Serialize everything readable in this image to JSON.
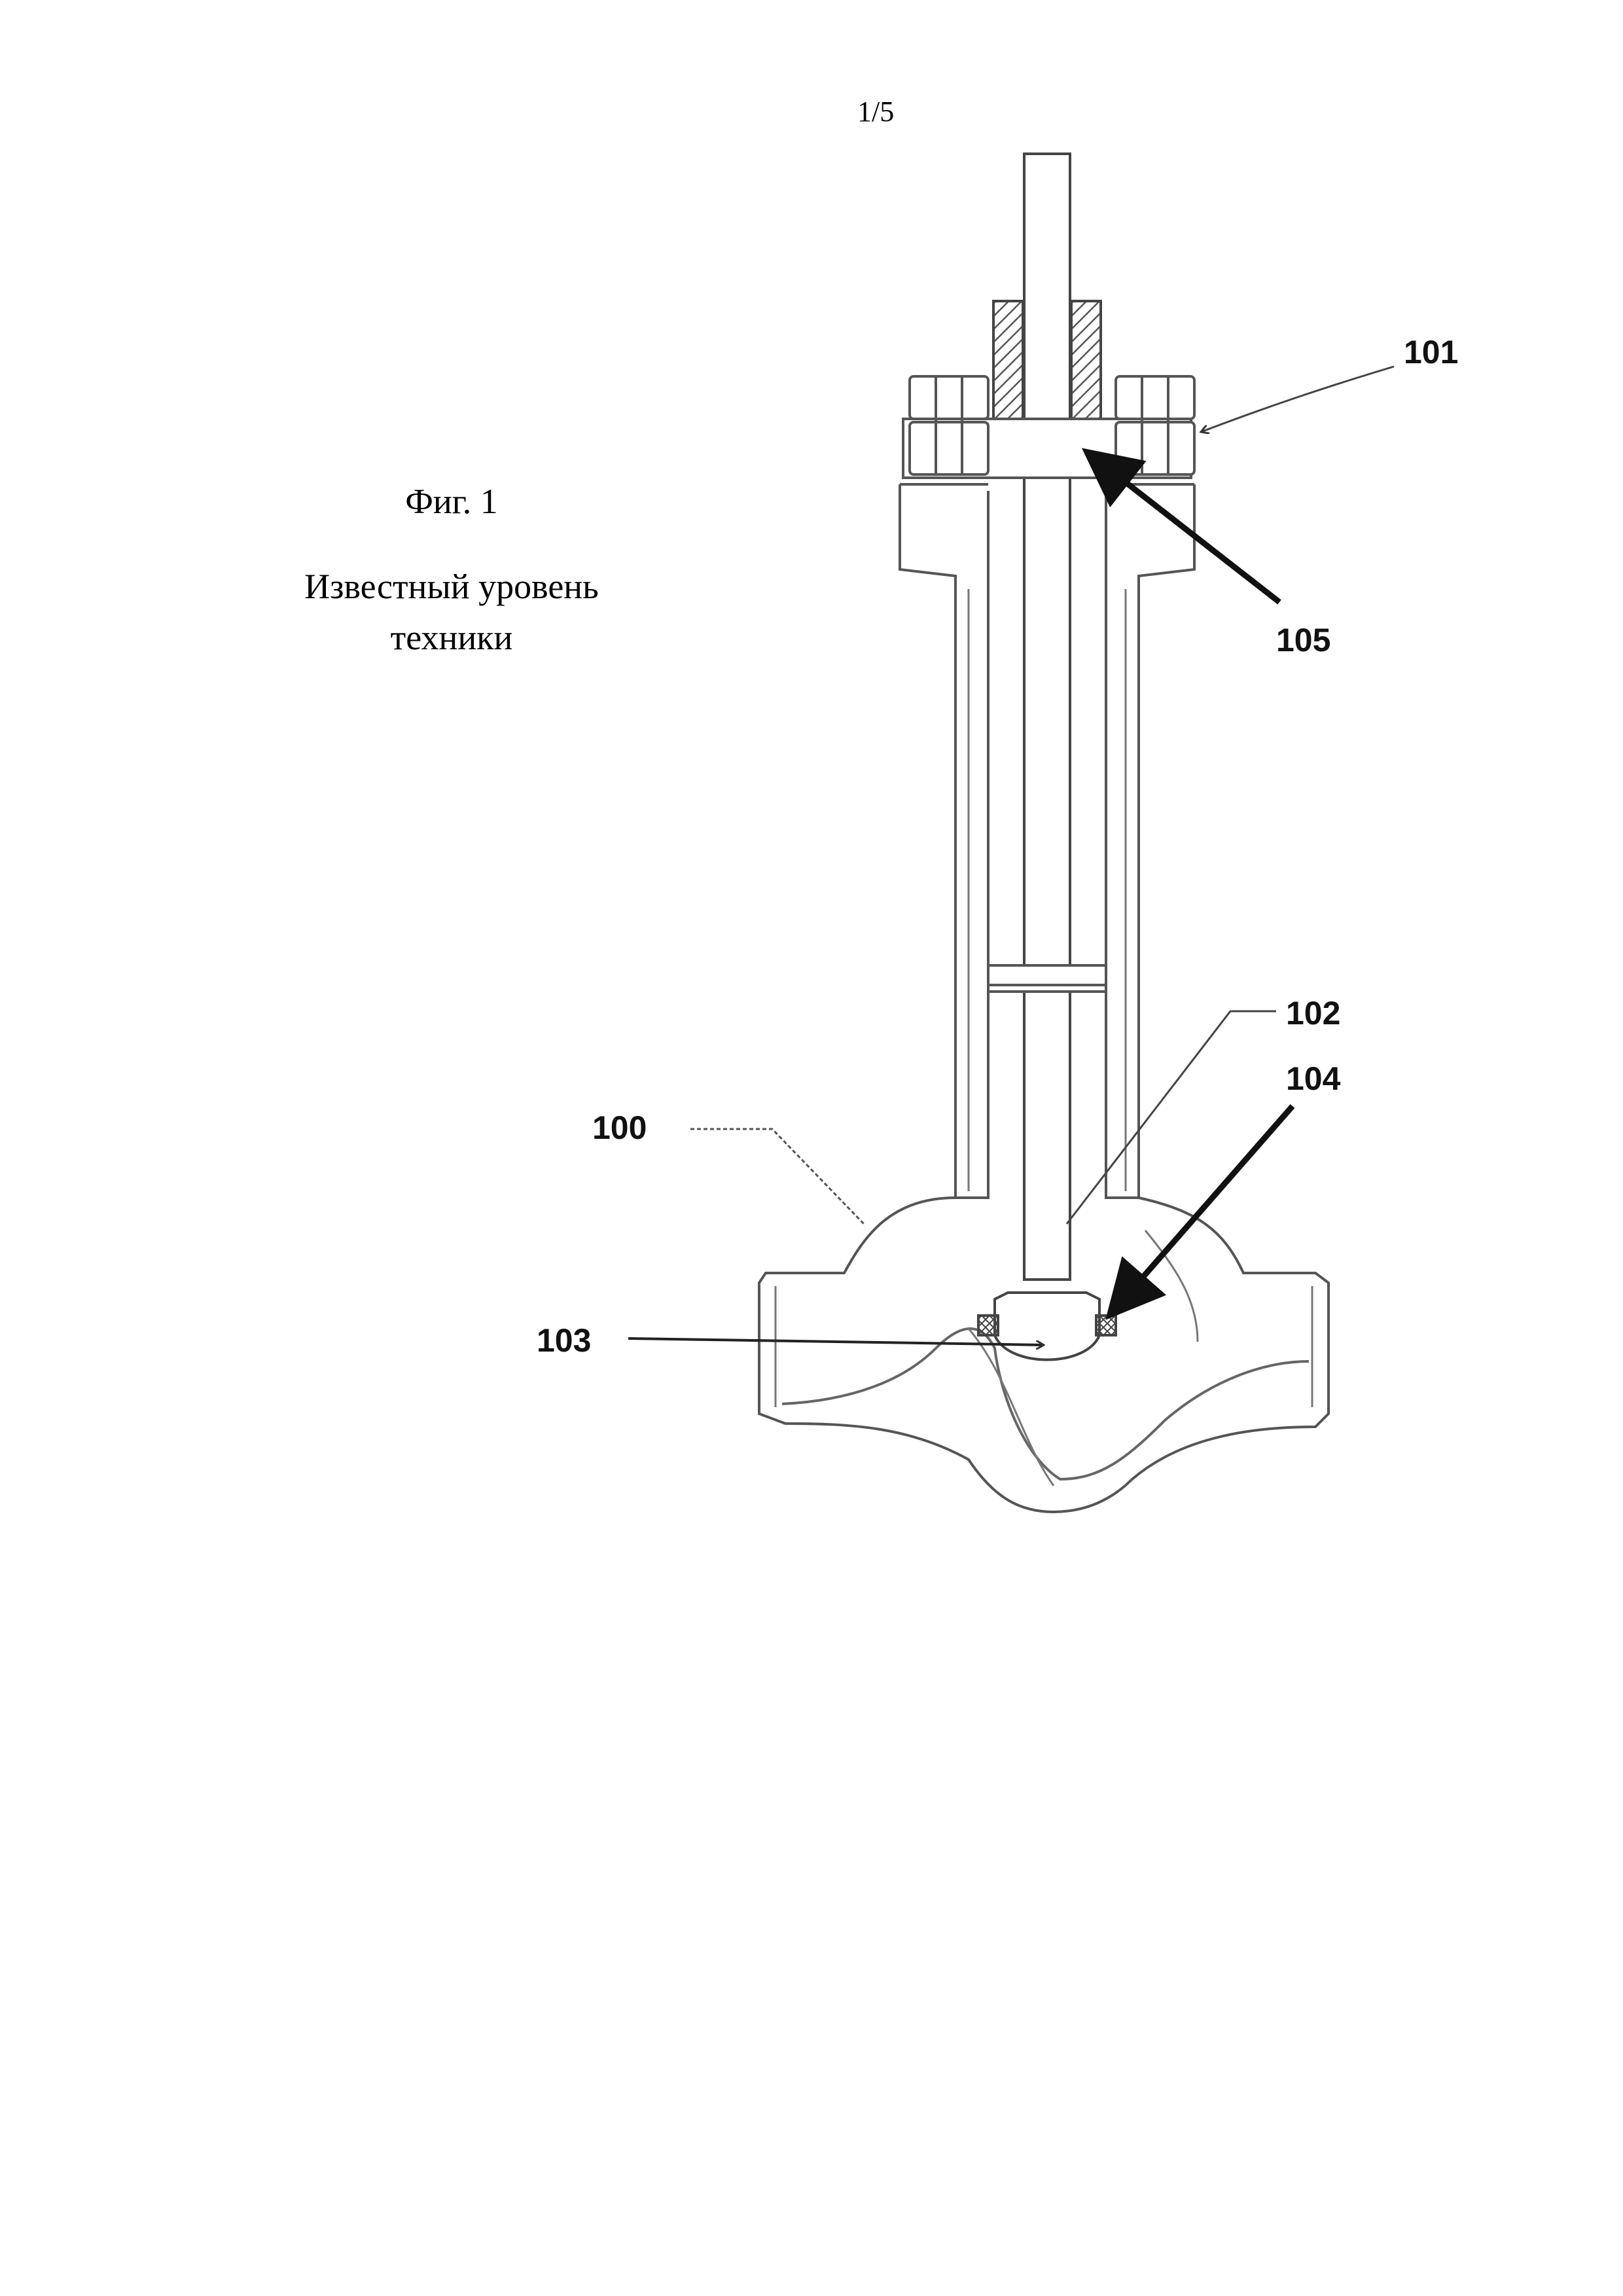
{
  "page": {
    "number": "1/5"
  },
  "caption": {
    "figure": "Фиг. 1",
    "subtitle_line1": "Известный уровень",
    "subtitle_line2": "техники"
  },
  "labels": {
    "l100": "100",
    "l101": "101",
    "l102": "102",
    "l103": "103",
    "l104": "104",
    "l105": "105"
  }
}
